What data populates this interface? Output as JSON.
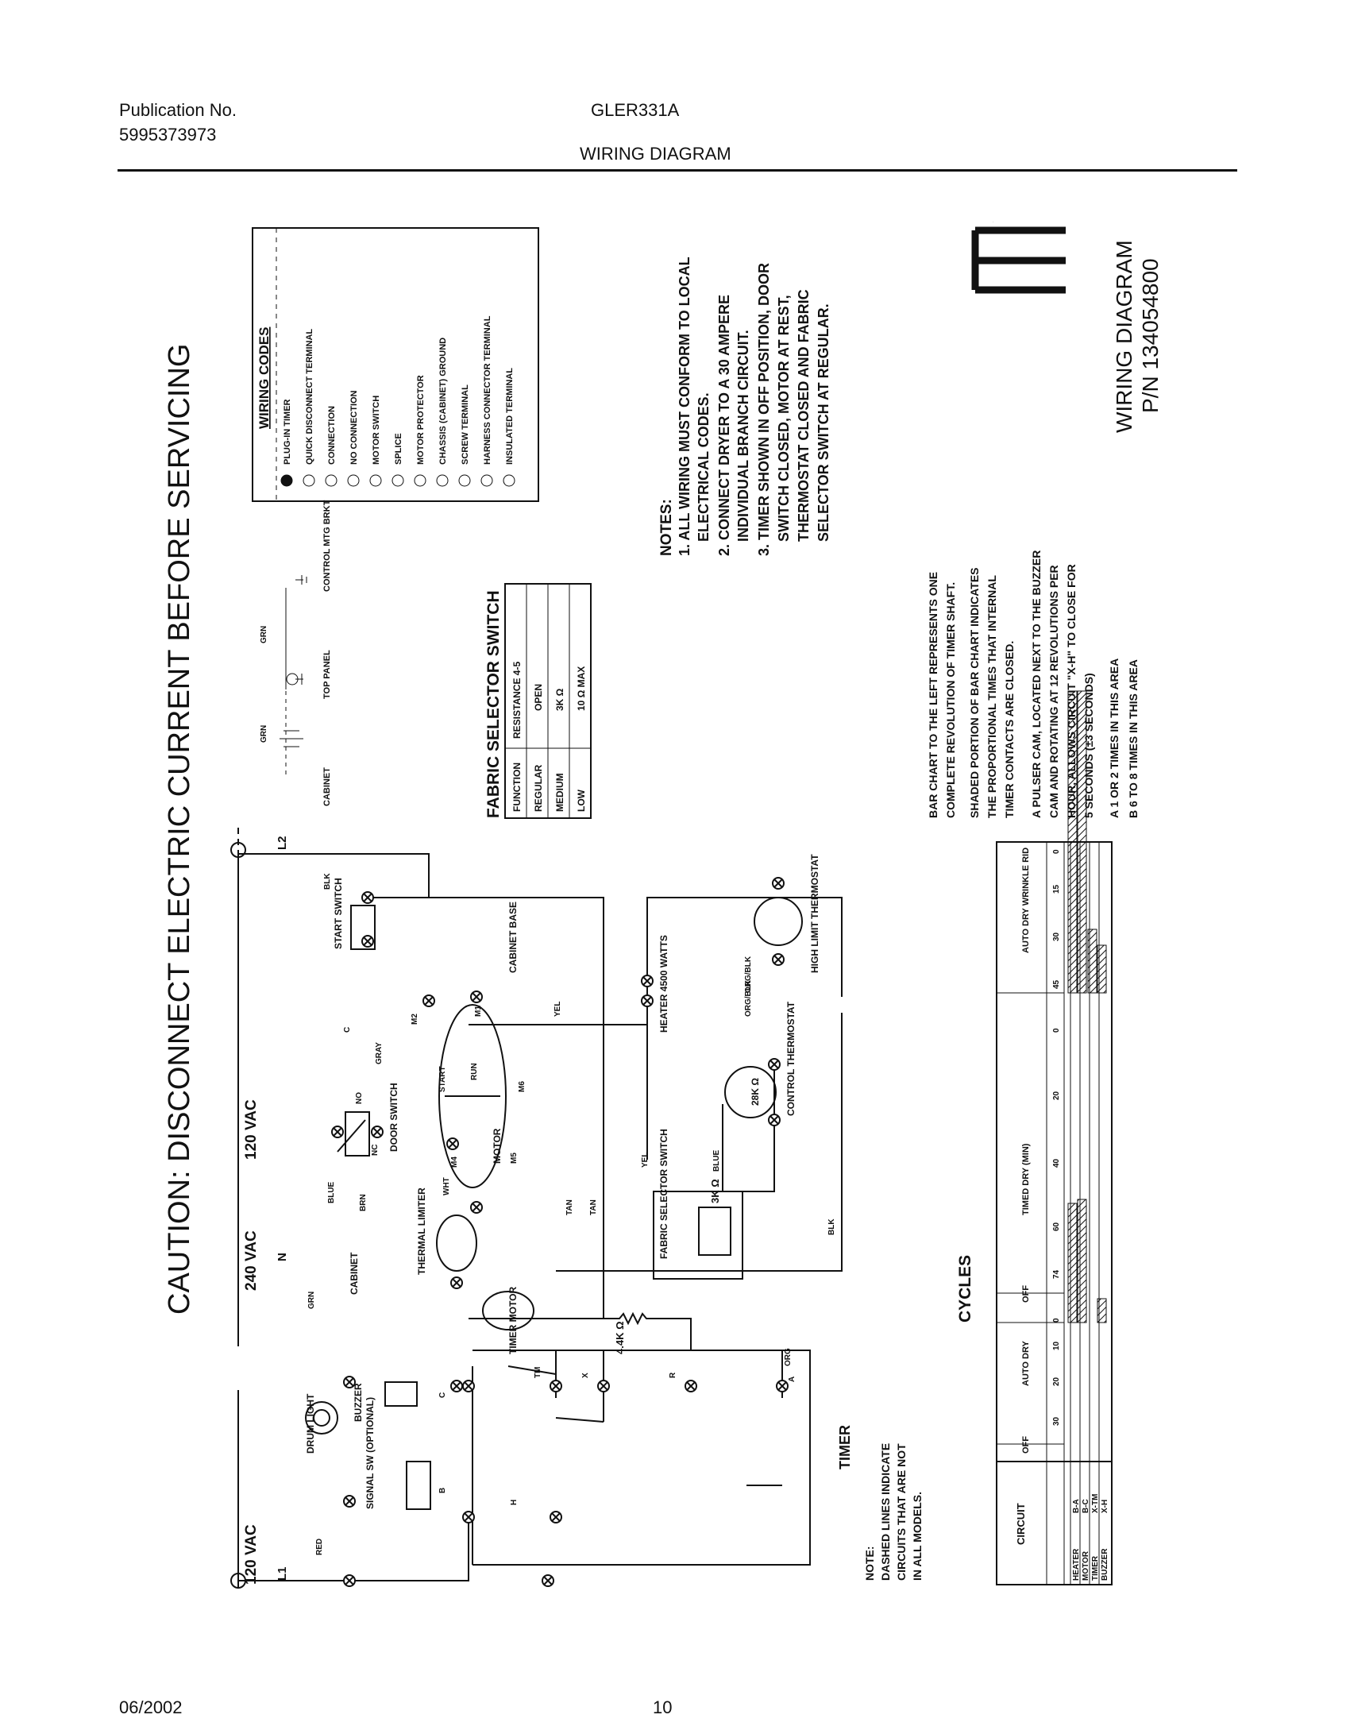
{
  "header": {
    "publication_label": "Publication No.",
    "publication_number": "5995373973",
    "model": "GLER331A",
    "section_title": "WIRING DIAGRAM"
  },
  "caution": "CAUTION: DISCONNECT ELECTRIC CURRENT BEFORE SERVICING",
  "wiring_codes": {
    "title": "WIRING CODES",
    "items": [
      "PLUG-IN TIMER",
      "QUICK DISCONNECT TERMINAL",
      "CONNECTION",
      "NO CONNECTION",
      "MOTOR SWITCH",
      "SPLICE",
      "MOTOR PROTECTOR",
      "CHASSIS (CABINET) GROUND",
      "SCREW TERMINAL",
      "HARNESS CONNECTOR TERMINAL",
      "INSULATED TERMINAL"
    ]
  },
  "notes": {
    "title": "NOTES:",
    "lines": [
      "1. ALL WIRING MUST CONFORM TO LOCAL",
      "ELECTRICAL CODES.",
      "2. CONNECT DRYER TO A 30 AMPERE",
      "INDIVIDUAL BRANCH CIRCUIT.",
      "3. TIMER SHOWN IN OFF POSITION, DOOR",
      "SWITCH CLOSED, MOTOR AT REST,",
      "THERMOSTAT CLOSED AND FABRIC",
      "SELECTOR SWITCH AT REGULAR."
    ]
  },
  "doc_id": {
    "letter": "E",
    "title": "WIRING DIAGRAM",
    "part_number": "P/N 134054800"
  },
  "fabric_table": {
    "title": "FABRIC SELECTOR SWITCH",
    "headers": [
      "FUNCTION",
      "RESISTANCE 4-5"
    ],
    "rows": [
      [
        "REGULAR",
        "OPEN"
      ],
      [
        "MEDIUM",
        "3K Ω"
      ],
      [
        "LOW",
        "10 Ω MAX"
      ]
    ]
  },
  "ground_labels": {
    "cabinet": "CABINET",
    "top_panel": "TOP PANEL",
    "control": "CONTROL MTG BRKT",
    "grn": "GRN"
  },
  "bar_notes": [
    "BAR CHART TO THE LEFT REPRESENTS ONE",
    "COMPLETE REVOLUTION OF TIMER SHAFT.",
    "SHADED PORTION OF BAR CHART INDICATES",
    "THE PROPORTIONAL TIMES THAT INTERNAL",
    "TIMER CONTACTS ARE CLOSED.",
    "A PULSER CAM, LOCATED NEXT TO THE BUZZER",
    "CAM AND ROTATING AT 12 REVOLUTIONS PER",
    "HOUR, ALLOWS CIRCUIT \"X-H\" TO CLOSE FOR",
    "5 SECONDS (±3 SECONDS)",
    "A  1 OR 2 TIMES IN THIS AREA",
    "B  6 TO 8 TIMES IN THIS AREA"
  ],
  "cycles": {
    "title": "CYCLES",
    "circuit_label": "CIRCUIT",
    "circuits": [
      [
        "HEATER",
        "B-A"
      ],
      [
        "MOTOR",
        "B-C"
      ],
      [
        "TIMER",
        "X-TM"
      ],
      [
        "BUZZER",
        "X-H"
      ]
    ],
    "groups": [
      "OFF",
      "AUTO DRY",
      "OFF",
      "TIMED DRY (MIN)",
      "AUTO DRY WRINKLE RID"
    ],
    "ticks": [
      "30",
      "20",
      "10",
      "0",
      "74",
      "60",
      "40",
      "20",
      "0",
      "45",
      "30",
      "15",
      "0"
    ]
  },
  "schematic": {
    "l1": "L1",
    "l2": "L2",
    "n": "N",
    "v240": "240 VAC",
    "v120a": "120 VAC",
    "v120b": "120 VAC",
    "drum_light": "DRUM LIGHT",
    "buzzer": "BUZZER",
    "signal_sw": "SIGNAL SW (OPTIONAL)",
    "cabinet": "CABINET",
    "door_switch": "DOOR SWITCH",
    "start_switch": "START SWITCH",
    "thermal_limiter": "THERMAL LIMITER",
    "motor": "MOTOR",
    "timer_motor": "TIMER MOTOR",
    "heater": "HEATER 4500 WATTS",
    "high_limit": "HIGH LIMIT THERMOSTAT",
    "control_thermostat": "CONTROL THERMOSTAT",
    "fabric_switch": "FABRIC SELECTOR SWITCH",
    "cabinet_base": "CABINET BASE",
    "timer": "TIMER",
    "res44": "4.4K Ω",
    "res3k": "3K Ω",
    "res28k": "28K Ω",
    "wires": [
      "RED",
      "GRN",
      "BLUE",
      "BRN",
      "WHT",
      "TAN",
      "TAN",
      "GRAY",
      "BLK",
      "YEL",
      "YEL",
      "ORG/BLK",
      "ORG/BLK",
      "BLUE",
      "BLK",
      "ORG",
      "NO",
      "NC",
      "C",
      "M1",
      "M2",
      "M4",
      "M5",
      "M6",
      "START",
      "RUN",
      "TM",
      "X",
      "R",
      "C",
      "B",
      "H",
      "A"
    ],
    "dashed_note": [
      "NOTE:",
      "DASHED LINES INDICATE",
      "CIRCUITS THAT ARE NOT",
      "IN ALL MODELS."
    ]
  },
  "footer": {
    "date": "06/2002",
    "page": "10"
  }
}
